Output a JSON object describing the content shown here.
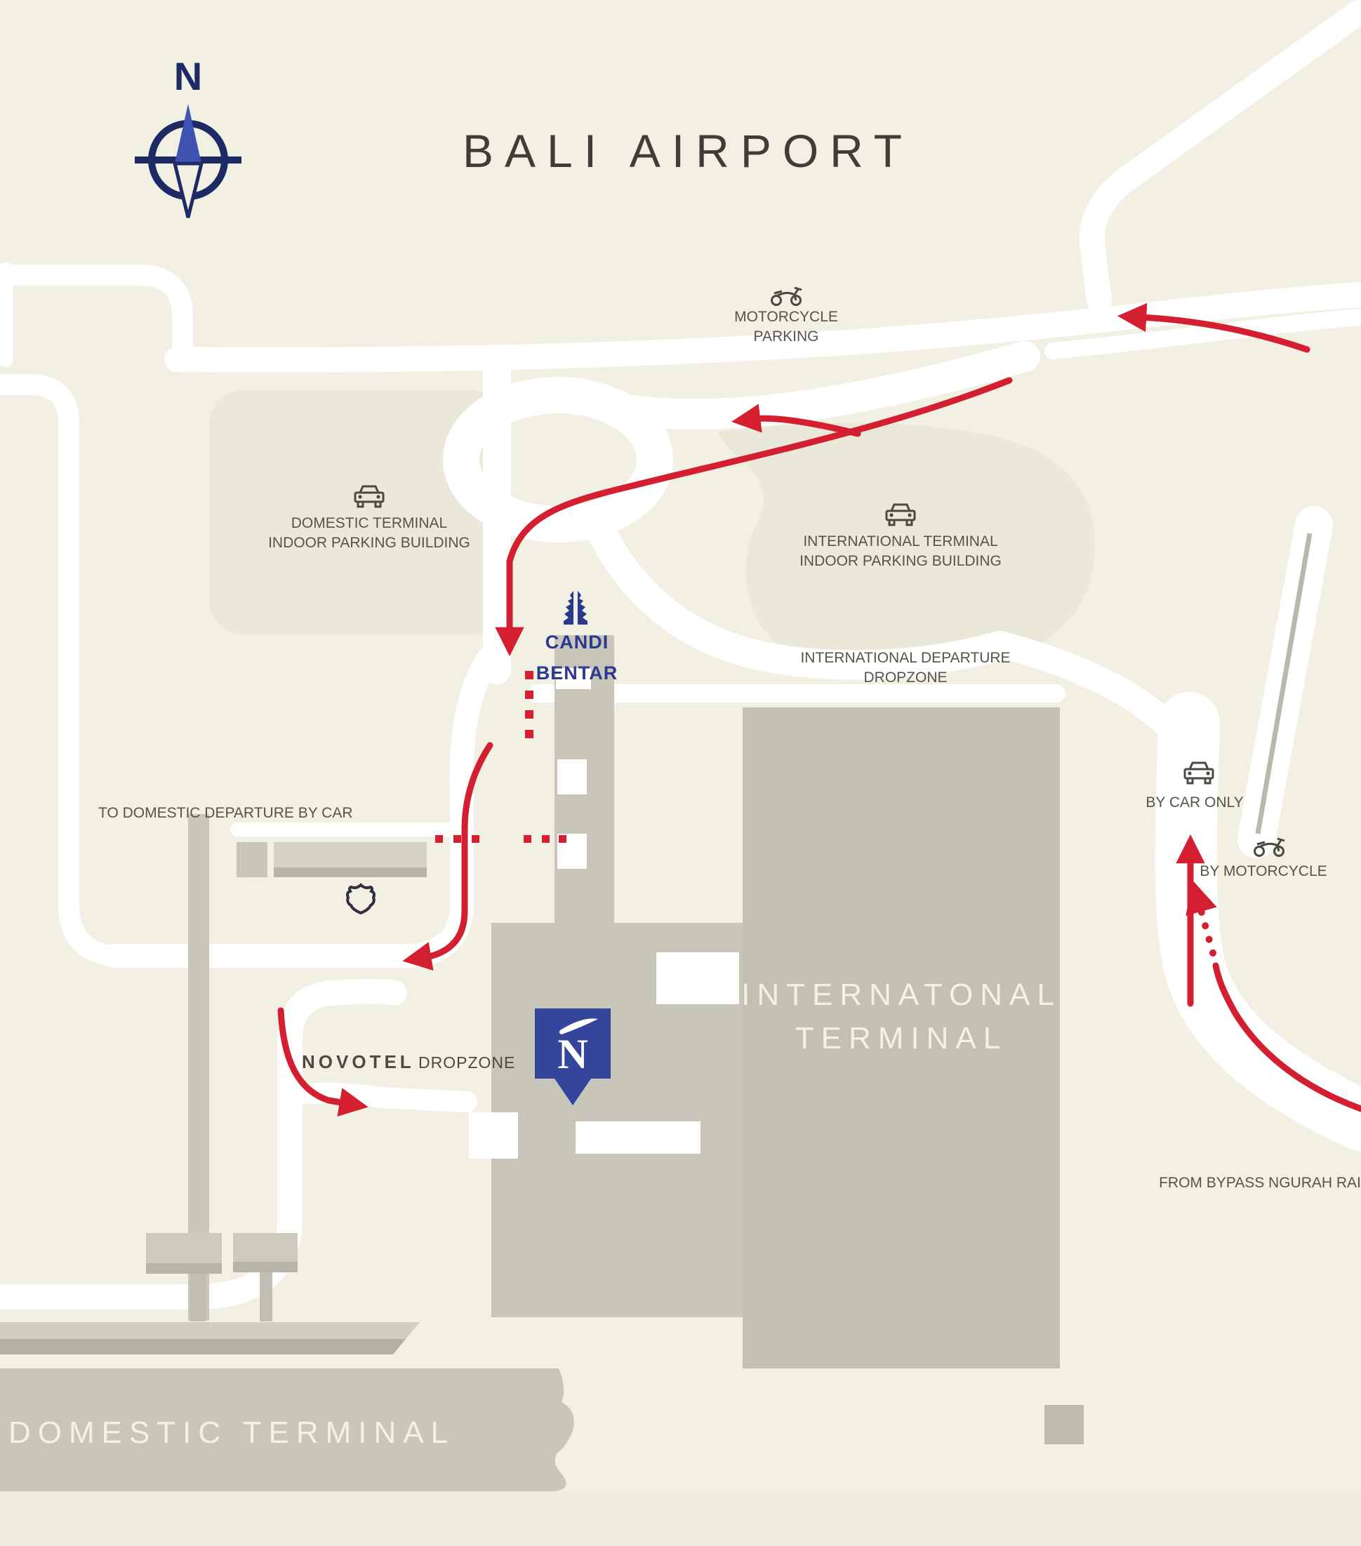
{
  "map": {
    "title": "BALI AIRPORT",
    "compass": {
      "north_label": "N"
    },
    "labels": {
      "motorcycle_parking": {
        "line1": "MOTORCYCLE",
        "line2": "PARKING"
      },
      "domestic_parking": {
        "line1": "DOMESTIC TERMINAL",
        "line2": "INDOOR PARKING BUILDING"
      },
      "international_parking": {
        "line1": "INTERNATIONAL TERMINAL",
        "line2": "INDOOR PARKING BUILDING"
      },
      "candi_bentar": {
        "line1": "CANDI",
        "line2": "BENTAR"
      },
      "international_dropzone": {
        "line1": "INTERNATIONAL DEPARTURE",
        "line2": "DROPZONE"
      },
      "to_domestic": "TO DOMESTIC DEPARTURE BY CAR",
      "by_car_only": "BY CAR ONLY",
      "by_motorcycle": "BY MOTORCYCLE",
      "novotel": "NOVOTEL",
      "novotel_dropzone": "DROPZONE",
      "novotel_pin_letter": "N",
      "international_terminal": {
        "line1": "INTERNATONAL",
        "line2": "TERMINAL"
      },
      "domestic_terminal": "DOMESTIC TERMINAL",
      "from_bypass": "FROM BYPASS NGURAH RAI"
    },
    "colors": {
      "background": "#F1F0E2",
      "parking_area": "#E9E8D9",
      "road": "#FFFFFF",
      "building": "#C7C6B8",
      "building_dark": "#C2C1B1",
      "building_shadow": "#B1B0A2",
      "canopy": "#D3D2C4",
      "route_red": "#D31F2F",
      "navy": "#1E2A63",
      "compass_blue": "#4053B2",
      "novotel_blue": "#35459C",
      "label_text": "#55544A",
      "terminal_text": "#F2F1E3",
      "title_text": "#3F3E36"
    },
    "icons": {
      "compass": "compass-rose-icon",
      "motorcycle": "motorcycle-icon",
      "car": "car-icon",
      "gate": "candi-bentar-gate-icon",
      "shield": "shield-icon",
      "novotel_pin": "novotel-pin-icon"
    }
  }
}
